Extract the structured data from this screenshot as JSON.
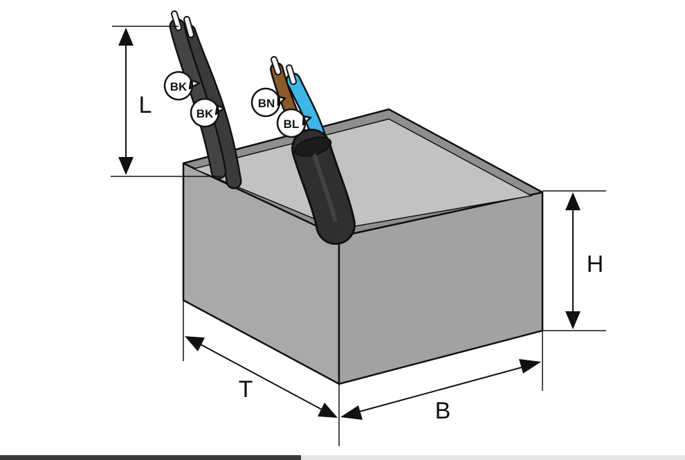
{
  "labels": {
    "length": "L",
    "height": "H",
    "depth": "T",
    "width": "B"
  },
  "wire_tags": {
    "black_1": "BK",
    "black_2": "BK",
    "brown": "BN",
    "blue": "BL"
  },
  "colors": {
    "box_front": "#a8a8a8",
    "box_side": "#a1a1a1",
    "box_top": "#c4c4c4",
    "box_rim": "#8d8d8d",
    "wire_black": "#3a3a3a",
    "wire_brown": "#8a5a2b",
    "wire_blue": "#3fb6e8",
    "sheath": "#2f2f2f",
    "outline": "#111111"
  }
}
